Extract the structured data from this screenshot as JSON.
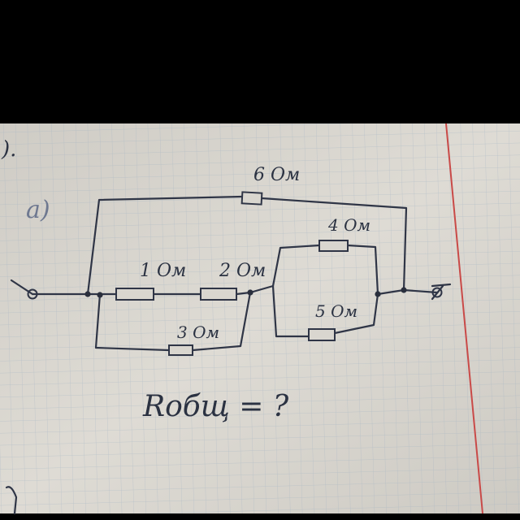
{
  "problem": {
    "label": "а)",
    "corner_mark": ").",
    "question": "Rобщ = ?"
  },
  "resistors": [
    {
      "id": "r1",
      "label": "1 Ом"
    },
    {
      "id": "r2",
      "label": "2 Ом"
    },
    {
      "id": "r3",
      "label": "3 Ом"
    },
    {
      "id": "r4",
      "label": "4 Ом"
    },
    {
      "id": "r5",
      "label": "5 Ом"
    },
    {
      "id": "r6",
      "label": "6 Ом"
    }
  ],
  "colors": {
    "paper": "#dcd9d2",
    "ink": "#2b3242",
    "grid": "#aeb9c5",
    "margin": "#c94a48"
  }
}
